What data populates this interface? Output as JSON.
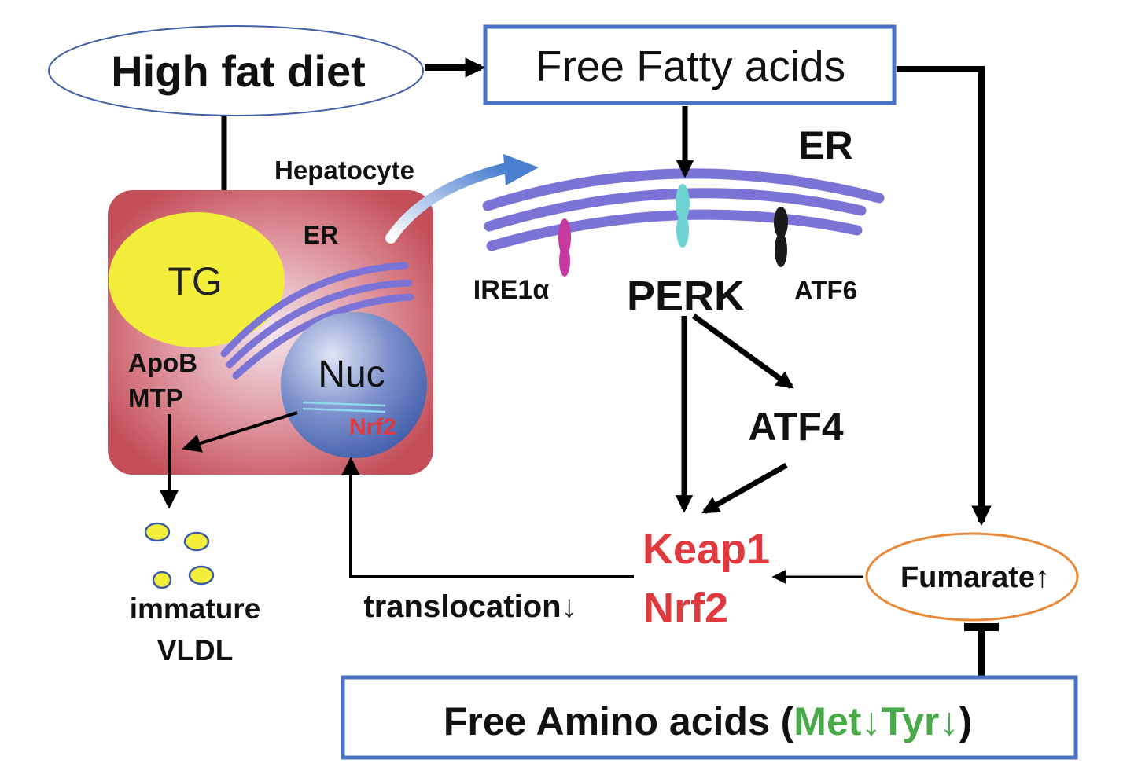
{
  "nodes": {
    "high_fat_diet": "High fat diet",
    "free_fatty_acids": "Free Fatty acids",
    "hepatocyte": "Hepatocyte",
    "er_small": "ER",
    "tg": "TG",
    "apob": "ApoB",
    "mtp": "MTP",
    "nuc": "Nuc",
    "nrf2_small": "Nrf2",
    "immature": "immature",
    "vldl": "VLDL",
    "er_large": "ER",
    "ire1a": "IRE1α",
    "perk": "PERK",
    "atf6": "ATF6",
    "atf4": "ATF4",
    "keap1": "Keap1",
    "nrf2": "Nrf2",
    "translocation": "translocation↓",
    "fumarate": "Fumarate↑",
    "amino_prefix": "Free Amino acids (",
    "amino_highlight": "Met↓Tyr↓",
    "amino_suffix": ")"
  },
  "colors": {
    "box_border": "#4a72c4",
    "ellipse_border": "#3f5fa8",
    "fumarate_border": "#e8893a",
    "cell_fill": "#c9585f",
    "lipid": "#f3ee3a",
    "nucleus": "#4a66b0",
    "er_membrane": "#7b74d6",
    "red_text": "#e0393e",
    "green_text": "#4aaa4a",
    "ire1a": "#c63aa0",
    "perk": "#6ed3d3",
    "atf6": "#1a1a1a"
  }
}
